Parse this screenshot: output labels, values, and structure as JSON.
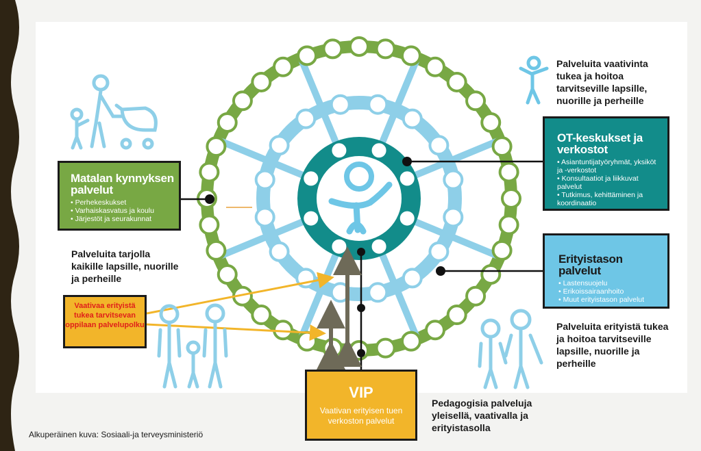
{
  "colors": {
    "green": "#78a844",
    "light_blue": "#8ecfe8",
    "teal": "#128c8a",
    "blue_box": "#6ec6e6",
    "orange": "#f2b52a",
    "red_text": "#e0201a",
    "dark": "#1a1a1a"
  },
  "low_threshold": {
    "title": "Matalan kynnyksen palvelut",
    "items": [
      "Perhekeskukset",
      "Varhaiskasvatus ja koulu",
      "Järjestöt ja seurakunnat"
    ],
    "caption": "Palveluita tarjolla kaikille lapsille, nuorille ja perheille"
  },
  "ot_centers": {
    "title": "OT-keskukset ja verkostot",
    "items": [
      "Asiantuntijatyöryhmät, yksiköt ja -verkostot",
      "Konsultaatiot ja liikkuvat palvelut",
      "Tutkimus, kehittäminen ja koordinaatio"
    ],
    "caption": "Palveluita vaativinta tukea ja hoitoa tarvitseville lapsille, nuorille ja perheille"
  },
  "special_level": {
    "title": "Erityistason palvelut",
    "items": [
      "Lastensuojelu",
      "Erikoissairaanhoito",
      "Muut erityistason palvelut"
    ],
    "caption": "Palveluita erityistä tukea ja hoitoa tarvitseville lapsille, nuorille ja perheille"
  },
  "student_path": {
    "label": "Vaativaa erityistä tukea tarvitsevan oppilaan palvelupolku"
  },
  "vip": {
    "title": "VIP",
    "subtitle": "Vaativan erityisen tuen verkoston palvelut",
    "caption": "Pedagogisia palveluja yleisellä, vaativalla ja erityistasolla"
  },
  "source_note": "Alkuperäinen kuva: Sosiaali-ja terveysministeriö",
  "icons": [
    "family-stroller-icon",
    "child-arms-up-icon",
    "parents-children-icon",
    "adults-icon",
    "child-center-icon"
  ]
}
